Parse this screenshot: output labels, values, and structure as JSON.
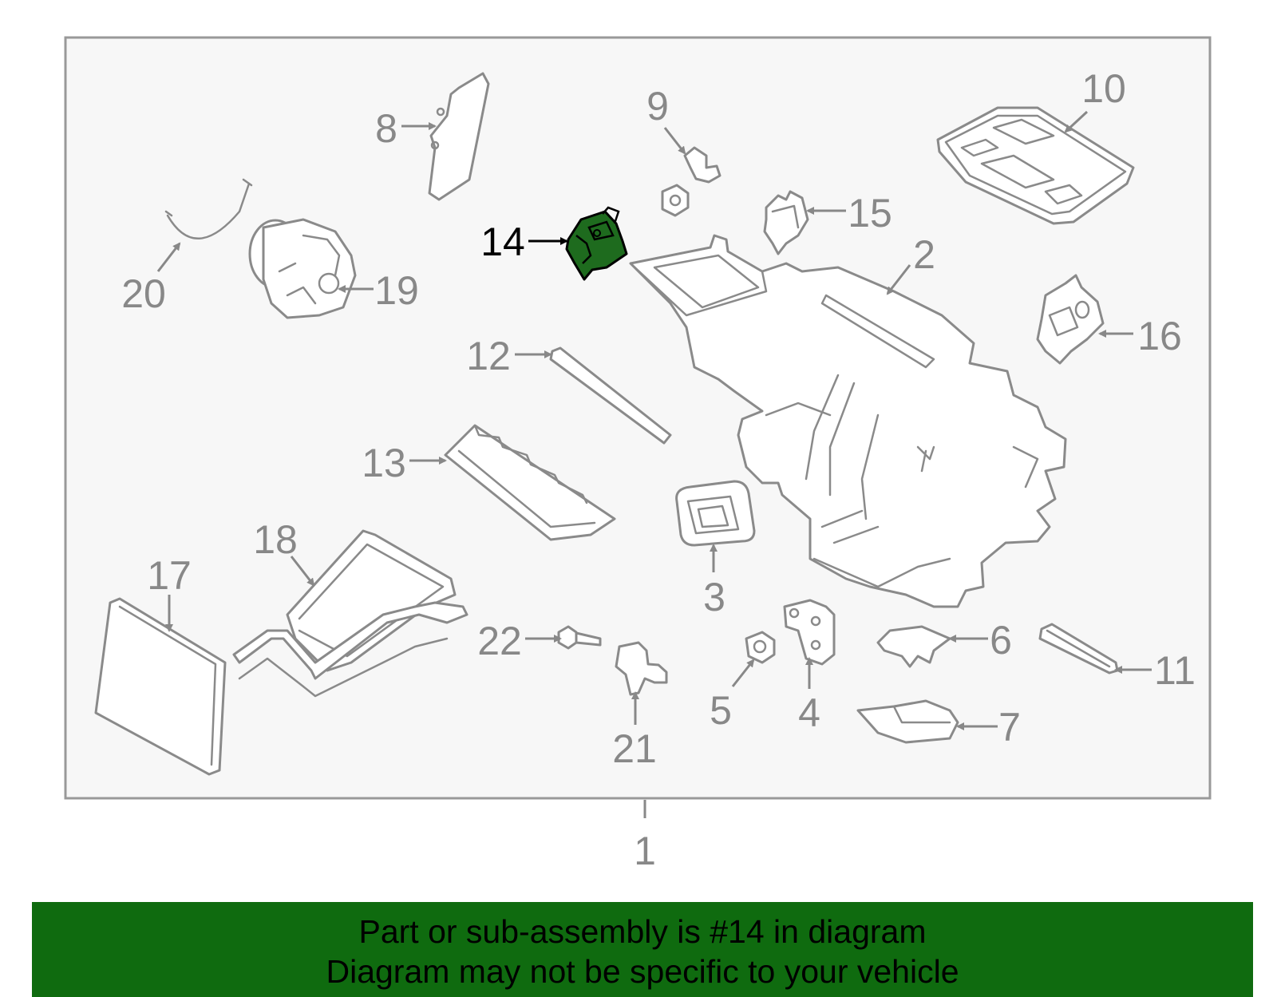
{
  "diagram": {
    "highlighted_part": "14",
    "colors": {
      "panel_bg": "#f7f7f7",
      "panel_border": "#999999",
      "part_stroke": "#8a8a8a",
      "label": "#888888",
      "highlight_fill": "#1e6b1e",
      "highlight_label": "#000000",
      "banner_bg": "#0f6b0f"
    },
    "labels": {
      "p1": "1",
      "p2": "2",
      "p3": "3",
      "p4": "4",
      "p5": "5",
      "p6": "6",
      "p7": "7",
      "p8": "8",
      "p9": "9",
      "p10": "10",
      "p11": "11",
      "p12": "12",
      "p13": "13",
      "p14": "14",
      "p15": "15",
      "p16": "16",
      "p17": "17",
      "p18": "18",
      "p19": "19",
      "p20": "20",
      "p21": "21",
      "p22": "22"
    }
  },
  "banner": {
    "line1": "Part or sub-assembly is #14 in diagram",
    "line2": "Diagram may not be specific to your vehicle"
  }
}
